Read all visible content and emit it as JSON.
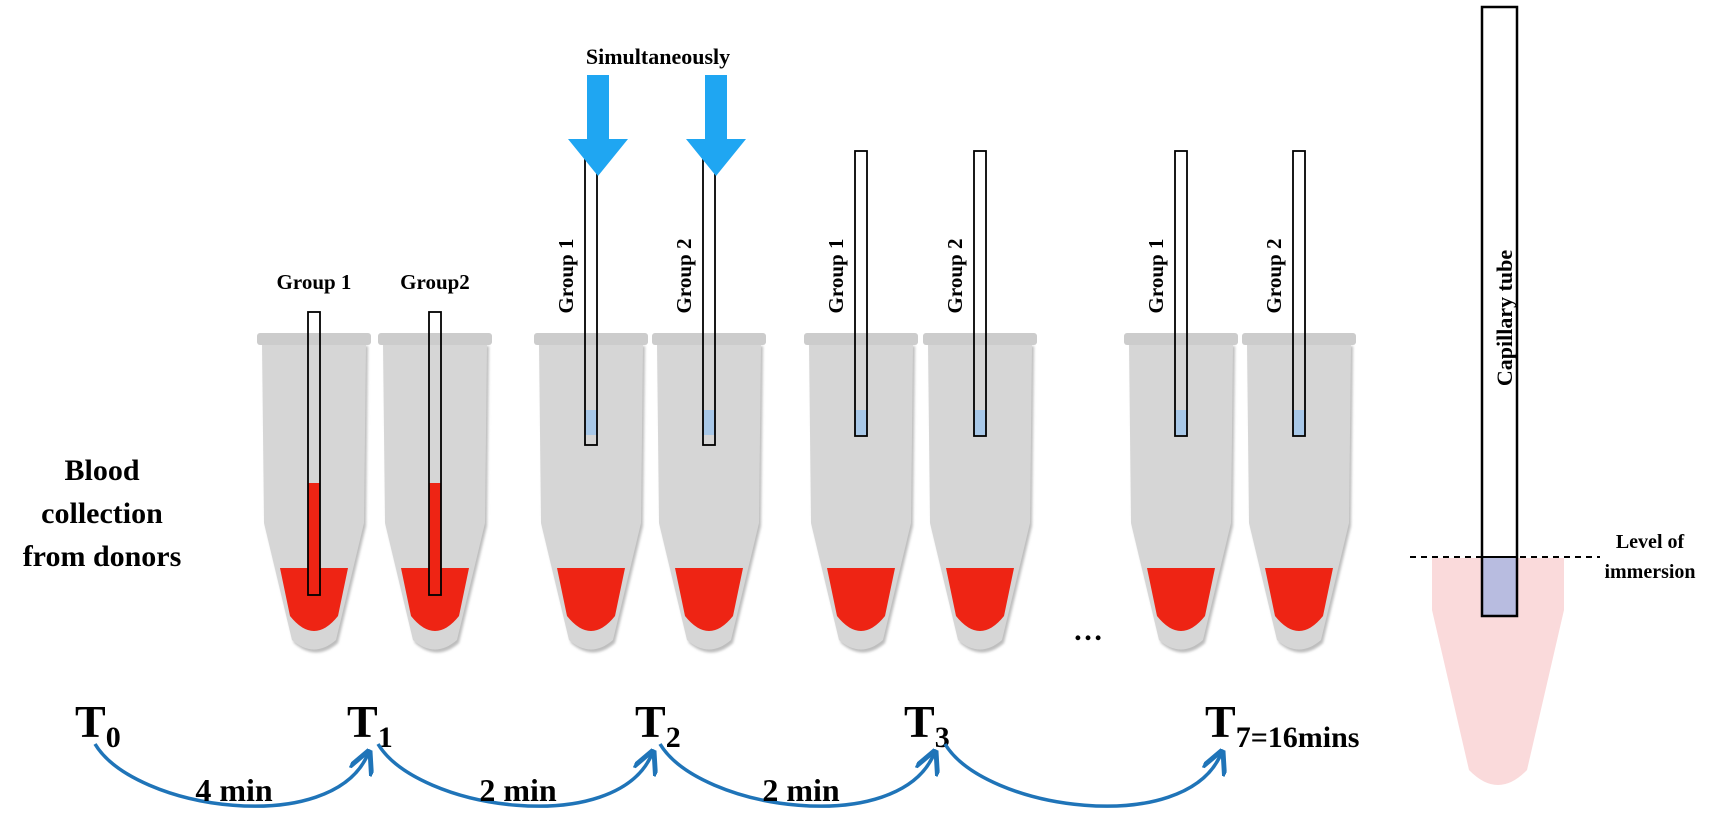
{
  "title": "Blood collection from donors",
  "title_lines": [
    "Blood",
    "collection",
    "from donors"
  ],
  "simultaneously_label": "Simultaneously",
  "tube_pairs": [
    {
      "label_1": "Group 1",
      "label_2": "Group2",
      "state": "blood_filled"
    },
    {
      "label_1": "Group 1",
      "label_2": "Group 2",
      "state": "immersed"
    },
    {
      "label_1": "Group 1",
      "label_2": "Group 2",
      "state": "immersed"
    },
    {
      "label_1": "Group 1",
      "label_2": "Group 2",
      "state": "immersed"
    }
  ],
  "ellipsis": "…",
  "timepoints": [
    {
      "main": "T",
      "sub": "0"
    },
    {
      "main": "T",
      "sub": "1"
    },
    {
      "main": "T",
      "sub": "2"
    },
    {
      "main": "T",
      "sub": "3"
    },
    {
      "main": "T",
      "sub": "7=16mins"
    }
  ],
  "intervals": [
    "4 min",
    "2 min",
    "2 min",
    ""
  ],
  "capillary_label": "Capillary tube",
  "immersion_label": [
    "Level of",
    "immersion"
  ],
  "colors": {
    "blood": "#EE2414",
    "tube_body": "#D6D6D6",
    "tube_cap": "#CCCCCC",
    "arrow_blue": "#1FA6F2",
    "arc_blue": "#1F74B8",
    "plasma": "#A8C8E8",
    "tube_light": "#FADADB",
    "capillary_fill": "#B8BCE0"
  }
}
